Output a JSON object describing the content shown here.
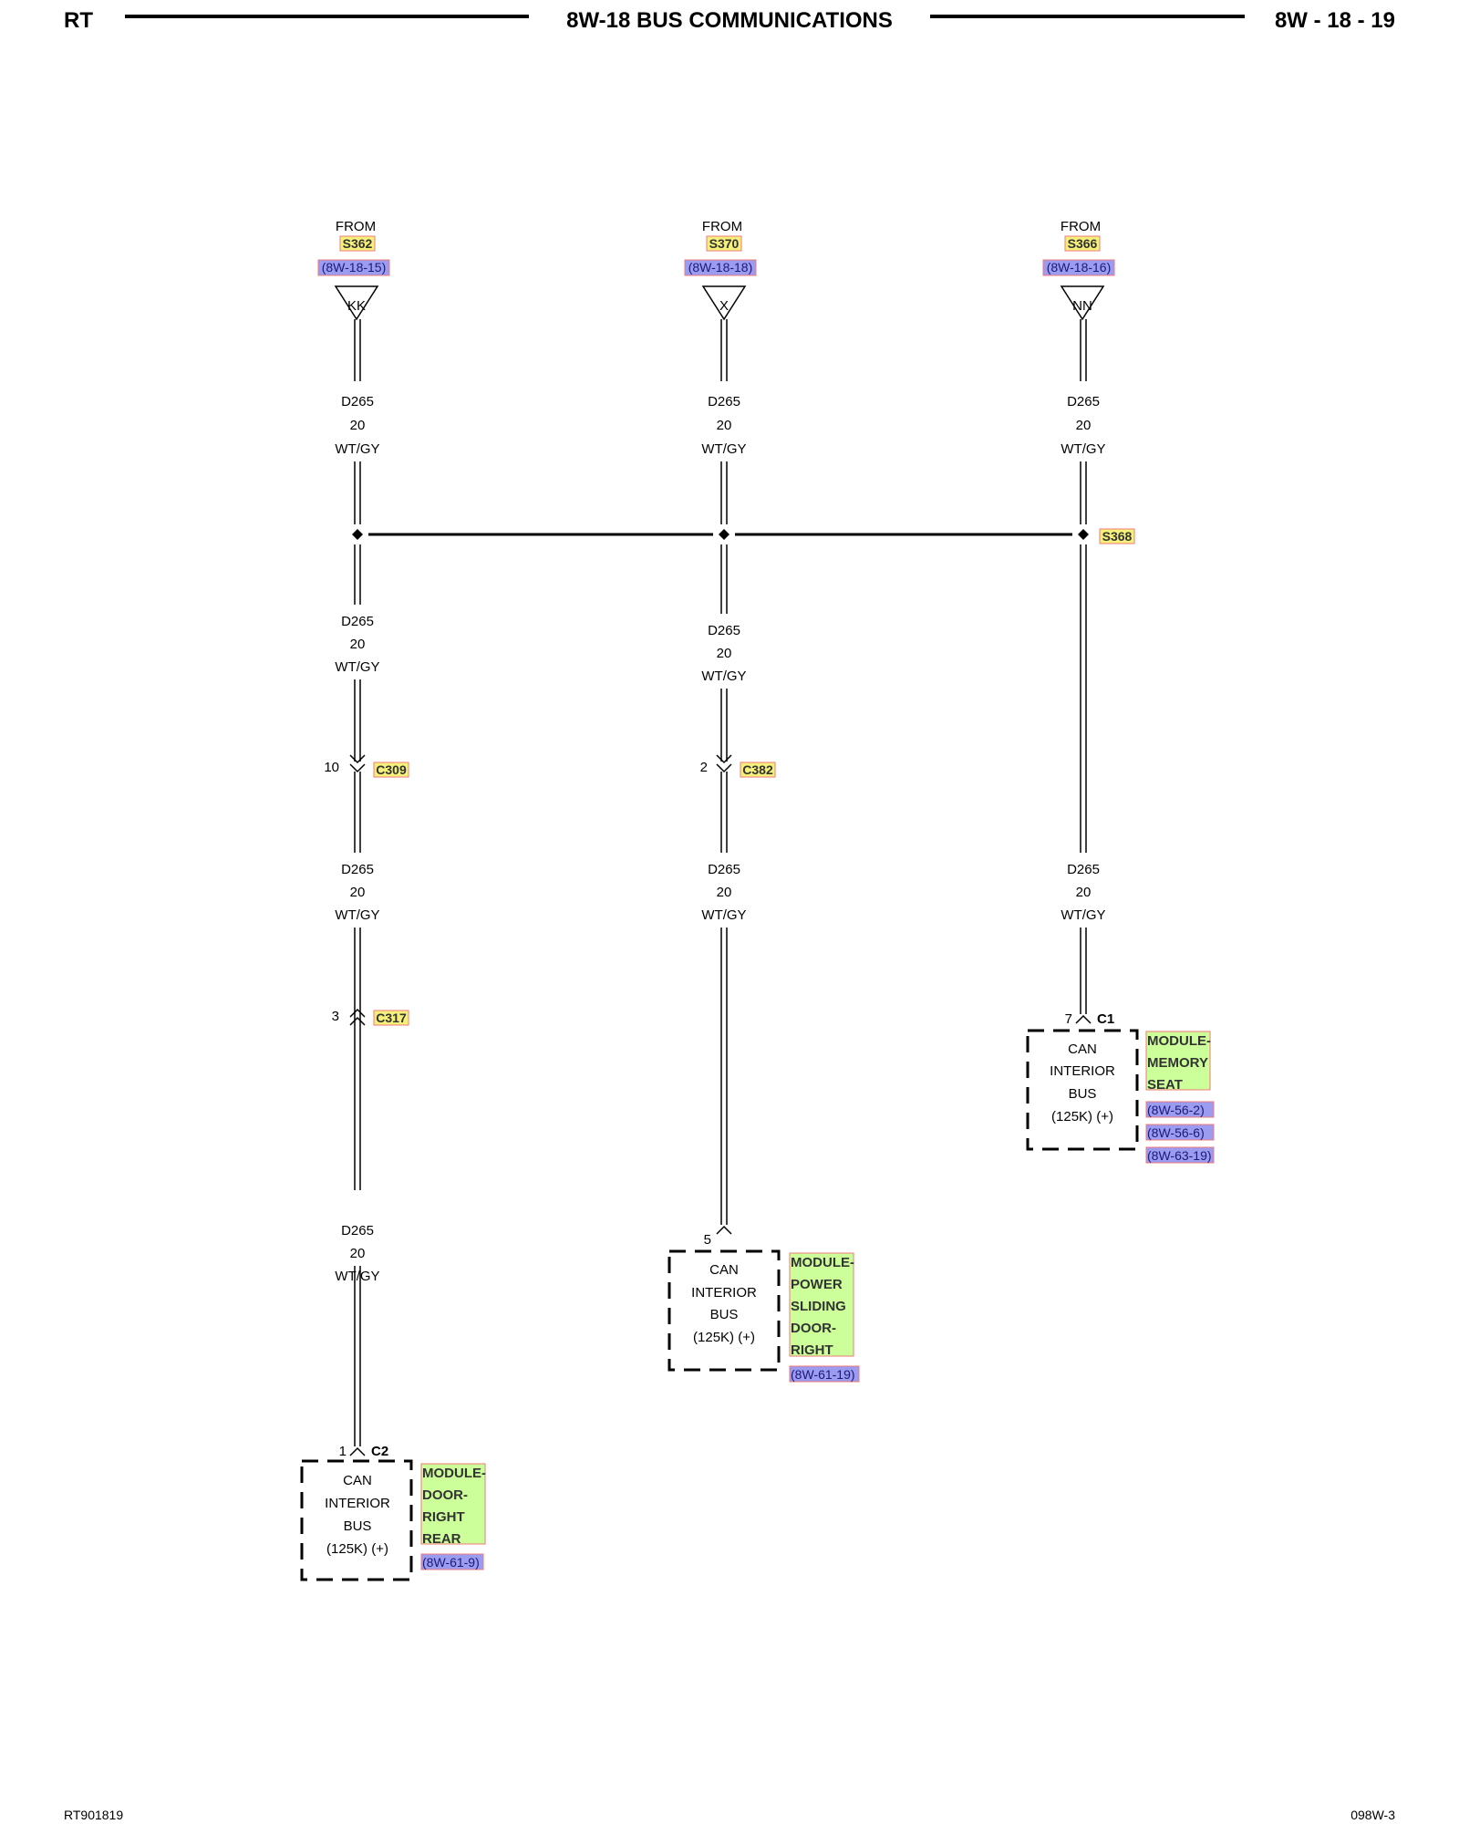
{
  "header": {
    "left": "RT",
    "title": "8W-18 BUS COMMUNICATIONS",
    "page": "8W - 18 - 19"
  },
  "footer": {
    "left": "RT901819",
    "right": "098W-3"
  },
  "colors": {
    "splice_highlight": "#f5f07a",
    "page_ref_highlight": "#9b9bf0",
    "module_highlight": "#ccff99",
    "highlight_border": "#ef7a7a"
  },
  "columns": [
    {
      "from": {
        "label": "FROM",
        "splice": "S362",
        "ref": "(8W-18-15)",
        "tri": "KK"
      },
      "wire_top": {
        "circuit": "D265",
        "gauge": "20",
        "color": "WT/GY"
      },
      "wire_mid": {
        "circuit": "D265",
        "gauge": "20",
        "color": "WT/GY"
      },
      "conn1": {
        "pin": "10",
        "name": "C309"
      },
      "wire_low": {
        "circuit": "D265",
        "gauge": "20",
        "color": "WT/GY"
      },
      "conn2": {
        "pin": "3",
        "name": "C317"
      },
      "wire_bottom": {
        "circuit": "D265",
        "gauge": "20",
        "color": "WT/GY"
      },
      "module": {
        "pin": "1",
        "connector": "C2",
        "lines": [
          "CAN",
          "INTERIOR",
          "BUS",
          "(125K) (+)"
        ],
        "name_lines": [
          "MODULE-",
          "DOOR-",
          "RIGHT",
          "REAR"
        ],
        "refs": [
          "(8W-61-9)"
        ]
      }
    },
    {
      "from": {
        "label": "FROM",
        "splice": "S370",
        "ref": "(8W-18-18)",
        "tri": "X"
      },
      "wire_top": {
        "circuit": "D265",
        "gauge": "20",
        "color": "WT/GY"
      },
      "wire_mid": {
        "circuit": "D265",
        "gauge": "20",
        "color": "WT/GY"
      },
      "conn1": {
        "pin": "2",
        "name": "C382"
      },
      "wire_low": {
        "circuit": "D265",
        "gauge": "20",
        "color": "WT/GY"
      },
      "module": {
        "pin": "5",
        "lines": [
          "CAN",
          "INTERIOR",
          "BUS",
          "(125K) (+)"
        ],
        "name_lines": [
          "MODULE-",
          "POWER",
          "SLIDING",
          "DOOR-",
          "RIGHT"
        ],
        "refs": [
          "(8W-61-19)"
        ]
      }
    },
    {
      "from": {
        "label": "FROM",
        "splice": "S366",
        "ref": "(8W-18-16)",
        "tri": "NN"
      },
      "wire_top": {
        "circuit": "D265",
        "gauge": "20",
        "color": "WT/GY"
      },
      "splice_label": "S368",
      "wire_low": {
        "circuit": "D265",
        "gauge": "20",
        "color": "WT/GY"
      },
      "module": {
        "pin": "7",
        "connector": "C1",
        "lines": [
          "CAN",
          "INTERIOR",
          "BUS",
          "(125K) (+)"
        ],
        "name_lines": [
          "MODULE-",
          "MEMORY",
          "SEAT"
        ],
        "refs": [
          "(8W-56-2)",
          "(8W-56-6)",
          "(8W-63-19)"
        ]
      }
    }
  ]
}
